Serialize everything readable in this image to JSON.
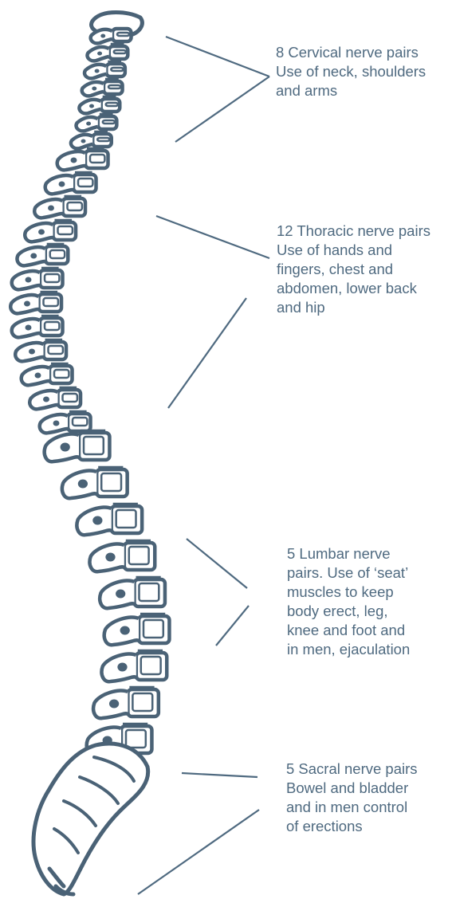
{
  "colors": {
    "ink": "#4f6a80",
    "spine_outline": "#4a6276",
    "bone_fill": "#ffffff",
    "background": "#ffffff"
  },
  "labels": {
    "cervical": {
      "lines": [
        "8 Cervical nerve pairs",
        "Use of neck, shoulders",
        "and arms"
      ]
    },
    "thoracic": {
      "lines": [
        "12 Thoracic nerve pairs",
        "Use of hands and",
        "fingers, chest and",
        "abdomen, lower back",
        "and hip"
      ]
    },
    "lumbar": {
      "lines": [
        "5 Lumbar nerve",
        "pairs. Use of ‘seat’",
        "muscles to keep",
        "body erect, leg,",
        "knee and foot and",
        "in men, ejaculation"
      ]
    },
    "sacral": {
      "lines": [
        "5 Sacral nerve pairs",
        "Bowel and bladder",
        "and in men control",
        "of erections"
      ]
    }
  }
}
